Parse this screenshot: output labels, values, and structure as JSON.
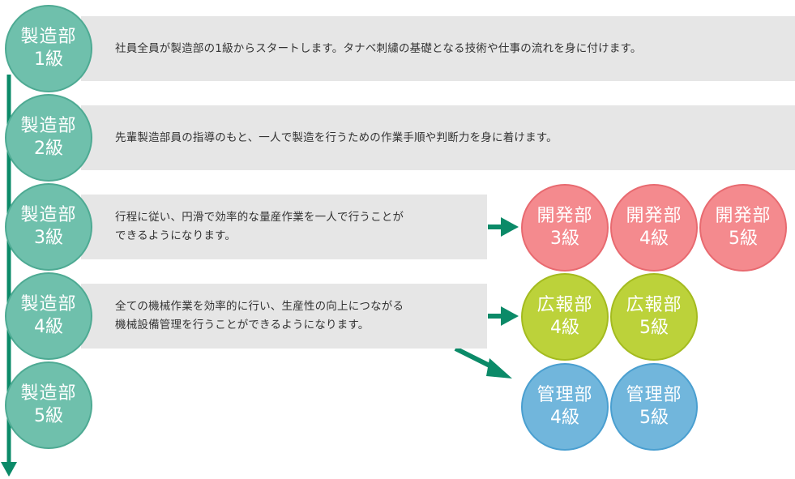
{
  "colors": {
    "manufacturing_fill": "#6fc0ac",
    "manufacturing_border": "#4eaa93",
    "development_fill": "#f48a8e",
    "development_border": "#e86a70",
    "pr_fill": "#bcd23a",
    "pr_border": "#a4bb1f",
    "management_fill": "#71b6dc",
    "management_border": "#4a9fd0",
    "arrow": "#0b8a68",
    "box_bg": "#e6e6e6"
  },
  "manufacturing": {
    "circles": [
      {
        "name": "製造部",
        "level": "1級"
      },
      {
        "name": "製造部",
        "level": "2級"
      },
      {
        "name": "製造部",
        "level": "3級"
      },
      {
        "name": "製造部",
        "level": "4級"
      },
      {
        "name": "製造部",
        "level": "5級"
      }
    ],
    "descriptions": [
      {
        "lines": [
          "社員全員が製造部の1級からスタートします。タナベ刺繍の基礎となる技術や仕事の流れを身に付けます。"
        ]
      },
      {
        "lines": [
          "先輩製造部員の指導のもと、一人で製造を行うための作業手順や判断力を身に着けます。"
        ]
      },
      {
        "lines": [
          "行程に従い、円滑で効率的な量産作業を一人で行うことが",
          "できるようになります。"
        ]
      },
      {
        "lines": [
          "全ての機械作業を効率的に行い、生産性の向上につながる",
          "機械設備管理を行うことができるようになります。"
        ]
      }
    ]
  },
  "development": [
    {
      "name": "開発部",
      "level": "3級"
    },
    {
      "name": "開発部",
      "level": "4級"
    },
    {
      "name": "開発部",
      "level": "5級"
    }
  ],
  "pr": [
    {
      "name": "広報部",
      "level": "4級"
    },
    {
      "name": "広報部",
      "level": "5級"
    }
  ],
  "management": [
    {
      "name": "管理部",
      "level": "4級"
    },
    {
      "name": "管理部",
      "level": "5級"
    }
  ]
}
